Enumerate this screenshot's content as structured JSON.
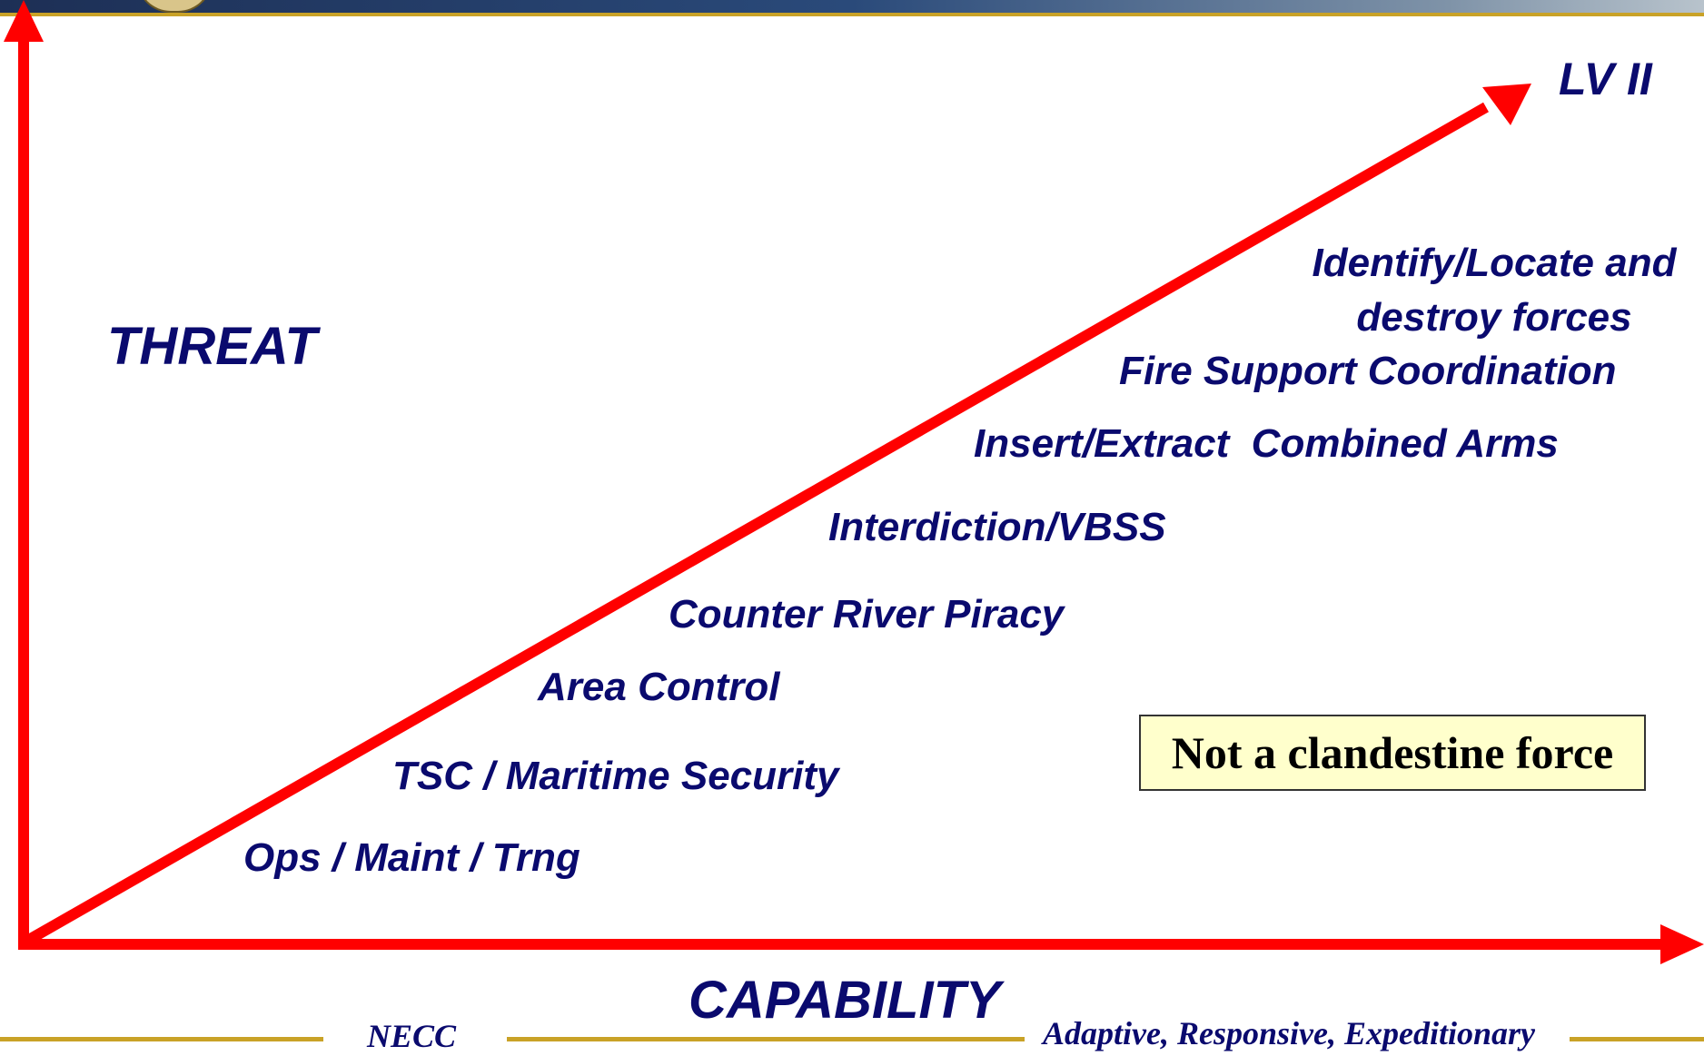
{
  "diagram": {
    "y_axis_label": "THREAT",
    "x_axis_label": "CAPABILITY",
    "arrow_end_label": "LV II",
    "steps": [
      "Ops / Maint / Trng",
      "TSC / Maritime Security",
      "Area Control",
      "Counter River Piracy",
      "Interdiction/VBSS",
      "Insert/Extract  Combined Arms",
      "Fire Support Coordination",
      "Identify/Locate and",
      "destroy forces"
    ],
    "note": "Not a clandestine force",
    "colors": {
      "arrows": "#ff0000",
      "text": "#0a0a6e",
      "note_background": "#ffffcc",
      "footer_rule": "#c9a227"
    }
  },
  "footer": {
    "left_text": "NECC",
    "right_text": "Adaptive, Responsive, Expeditionary"
  }
}
